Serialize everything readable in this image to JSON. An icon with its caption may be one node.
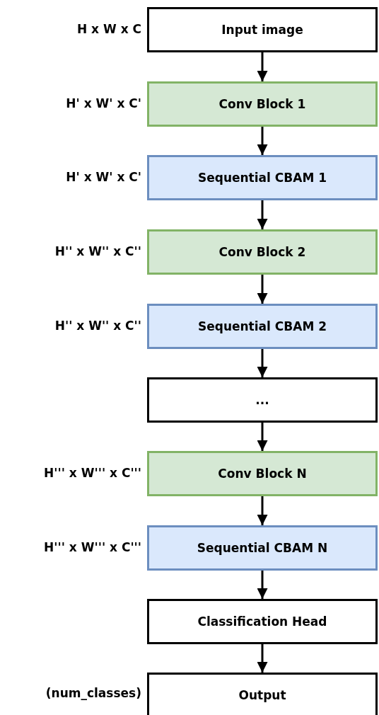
{
  "diagram": {
    "nodes": [
      {
        "text": [
          "Input image"
        ],
        "beside": [
          "H x W x C"
        ]
      },
      {
        "text": [
          "Conv Block 1"
        ],
        "beside": [
          "H' x W' x C'"
        ]
      },
      {
        "text": [
          "Sequential CBAM 1"
        ],
        "beside": [
          "H' x W' x C'"
        ]
      },
      {
        "text": [
          "Conv Block 2"
        ],
        "beside": [
          "H'' x W'' x C''"
        ]
      },
      {
        "text": [
          "Sequential CBAM 2"
        ],
        "beside": [
          "H'' x W'' x C''"
        ]
      },
      {
        "text": [
          "..."
        ]
      },
      {
        "text": [
          "Conv Block N"
        ],
        "beside": [
          "H''' x W''' x C'''"
        ]
      },
      {
        "text": [
          "Sequential CBAM N"
        ],
        "beside": [
          "H''' x W''' x C'''"
        ]
      },
      {
        "text": [
          "Classification Head"
        ]
      },
      {
        "text": [
          "Output"
        ],
        "beside": [
          "(num_classes)"
        ]
      }
    ],
    "edges": [
      {
        "from": 0,
        "to": 1,
        "arrow": "to"
      },
      {
        "from": 1,
        "to": 2,
        "arrow": "to"
      },
      {
        "from": 2,
        "to": 3,
        "arrow": "to"
      },
      {
        "from": 3,
        "to": 4,
        "arrow": "to"
      },
      {
        "from": 4,
        "to": 5,
        "arrow": "to"
      },
      {
        "from": 5,
        "to": 6,
        "arrow": "to"
      },
      {
        "from": 6,
        "to": 7,
        "arrow": "to"
      },
      {
        "from": 7,
        "to": 8,
        "arrow": "to"
      },
      {
        "from": 8,
        "to": 9,
        "arrow": "to"
      }
    ]
  }
}
